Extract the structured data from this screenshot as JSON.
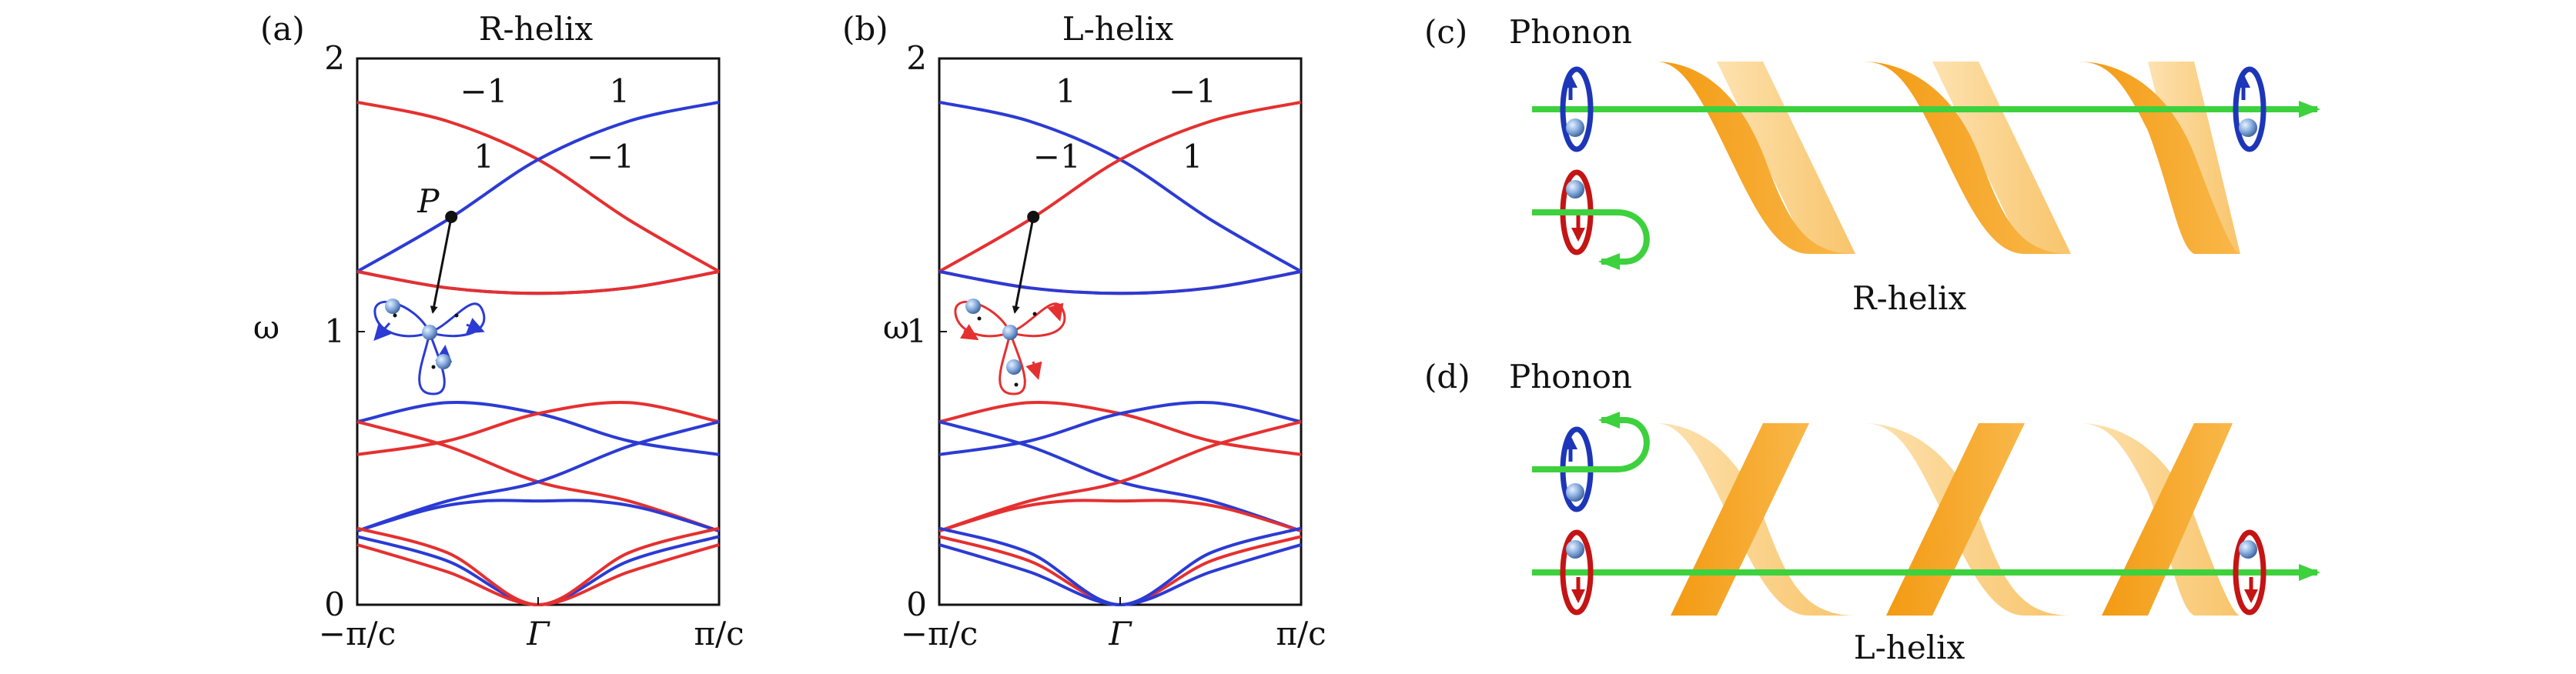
{
  "panels": {
    "a": {
      "label": "(a)",
      "title": "R-helix"
    },
    "b": {
      "label": "(b)",
      "title": "L-helix"
    },
    "c": {
      "label": "(c)",
      "title": "Phonon",
      "caption": "R-helix"
    },
    "d": {
      "label": "(d)",
      "title": "Phonon",
      "caption": "L-helix"
    }
  },
  "colors": {
    "red": "#e53030",
    "blue": "#2b3bd4",
    "arrow_green": "#3dd13d",
    "helix_orange": "#f7a21c",
    "helix_light": "#fbd48a",
    "ring_blue": "#1d36b8",
    "ring_red": "#c41414"
  },
  "chart_data": [
    {
      "type": "line",
      "panel": "a",
      "title": "R-helix",
      "ylabel": "ω",
      "xticks": [
        "−π/c",
        "Γ",
        "π/c"
      ],
      "yticks": [
        "0",
        "1",
        "2"
      ],
      "xlim": [
        -1,
        1
      ],
      "ylim": [
        0,
        2
      ],
      "point_label": "P",
      "point": {
        "x": -0.48,
        "y": 1.42
      },
      "band_annotations": [
        {
          "text": "−1",
          "x": -0.3,
          "y": 1.84
        },
        {
          "text": "1",
          "x": 0.45,
          "y": 1.84
        },
        {
          "text": "1",
          "x": -0.3,
          "y": 1.6
        },
        {
          "text": "−1",
          "x": 0.4,
          "y": 1.6
        }
      ],
      "bands": [
        {
          "color": "red",
          "x": [
            -1,
            -0.5,
            0,
            0.5,
            1
          ],
          "y": [
            1.84,
            1.77,
            1.63,
            1.41,
            1.22
          ]
        },
        {
          "color": "blue",
          "x": [
            -1,
            -0.5,
            0,
            0.5,
            1
          ],
          "y": [
            1.22,
            1.41,
            1.63,
            1.77,
            1.84
          ]
        },
        {
          "color": "blue",
          "x": [
            -1,
            -0.5,
            0,
            0.5,
            1
          ],
          "y": [
            1.22,
            1.16,
            1.14,
            1.16,
            1.22
          ]
        },
        {
          "color": "red",
          "x": [
            -1,
            -0.5,
            0,
            0.5,
            1
          ],
          "y": [
            1.22,
            1.16,
            1.14,
            1.16,
            1.22
          ]
        },
        {
          "color": "blue",
          "x": [
            -1,
            -0.5,
            0,
            0.5,
            1
          ],
          "y": [
            0.67,
            0.74,
            0.7,
            0.6,
            0.55
          ]
        },
        {
          "color": "red",
          "x": [
            -1,
            -0.5,
            0,
            0.5,
            1
          ],
          "y": [
            0.55,
            0.6,
            0.7,
            0.74,
            0.67
          ]
        },
        {
          "color": "red",
          "x": [
            -1,
            -0.5,
            0,
            0.5,
            1
          ],
          "y": [
            0.67,
            0.58,
            0.45,
            0.38,
            0.27
          ]
        },
        {
          "color": "blue",
          "x": [
            -1,
            -0.5,
            0,
            0.5,
            1
          ],
          "y": [
            0.27,
            0.38,
            0.45,
            0.58,
            0.67
          ]
        },
        {
          "color": "blue",
          "x": [
            -1,
            -0.6,
            -0.3,
            0,
            0.3,
            0.6,
            1
          ],
          "y": [
            0.27,
            0.35,
            0.38,
            0.38,
            0.38,
            0.35,
            0.27
          ]
        },
        {
          "color": "blue",
          "x": [
            -1,
            -0.5,
            0,
            0.5,
            1
          ],
          "y": [
            0.25,
            0.16,
            0.0,
            0.16,
            0.25
          ]
        },
        {
          "color": "red",
          "x": [
            -1,
            -0.5,
            0,
            0.5,
            1
          ],
          "y": [
            0.28,
            0.19,
            0.0,
            0.19,
            0.28
          ]
        },
        {
          "color": "red",
          "x": [
            -1,
            -0.5,
            0,
            0.5,
            1
          ],
          "y": [
            0.22,
            0.12,
            0.0,
            0.12,
            0.22
          ]
        }
      ]
    },
    {
      "type": "line",
      "panel": "b",
      "title": "L-helix",
      "ylabel": "ω",
      "xticks": [
        "−π/c",
        "Γ",
        "π/c"
      ],
      "yticks": [
        "0",
        "1",
        "2"
      ],
      "xlim": [
        -1,
        1
      ],
      "ylim": [
        0,
        2
      ],
      "point": {
        "x": -0.48,
        "y": 1.42
      },
      "band_annotations": [
        {
          "text": "1",
          "x": -0.3,
          "y": 1.84
        },
        {
          "text": "−1",
          "x": 0.4,
          "y": 1.84
        },
        {
          "text": "−1",
          "x": -0.35,
          "y": 1.6
        },
        {
          "text": "1",
          "x": 0.4,
          "y": 1.6
        }
      ],
      "bands": [
        {
          "color": "blue",
          "x": [
            -1,
            -0.5,
            0,
            0.5,
            1
          ],
          "y": [
            1.84,
            1.77,
            1.63,
            1.41,
            1.22
          ]
        },
        {
          "color": "red",
          "x": [
            -1,
            -0.5,
            0,
            0.5,
            1
          ],
          "y": [
            1.22,
            1.41,
            1.63,
            1.77,
            1.84
          ]
        },
        {
          "color": "red",
          "x": [
            -1,
            -0.5,
            0,
            0.5,
            1
          ],
          "y": [
            1.22,
            1.16,
            1.14,
            1.16,
            1.22
          ]
        },
        {
          "color": "blue",
          "x": [
            -1,
            -0.5,
            0,
            0.5,
            1
          ],
          "y": [
            1.22,
            1.16,
            1.14,
            1.16,
            1.22
          ]
        },
        {
          "color": "red",
          "x": [
            -1,
            -0.5,
            0,
            0.5,
            1
          ],
          "y": [
            0.67,
            0.74,
            0.7,
            0.6,
            0.55
          ]
        },
        {
          "color": "blue",
          "x": [
            -1,
            -0.5,
            0,
            0.5,
            1
          ],
          "y": [
            0.55,
            0.6,
            0.7,
            0.74,
            0.67
          ]
        },
        {
          "color": "blue",
          "x": [
            -1,
            -0.5,
            0,
            0.5,
            1
          ],
          "y": [
            0.67,
            0.58,
            0.45,
            0.38,
            0.27
          ]
        },
        {
          "color": "red",
          "x": [
            -1,
            -0.5,
            0,
            0.5,
            1
          ],
          "y": [
            0.27,
            0.38,
            0.45,
            0.58,
            0.67
          ]
        },
        {
          "color": "red",
          "x": [
            -1,
            -0.6,
            -0.3,
            0,
            0.3,
            0.6,
            1
          ],
          "y": [
            0.27,
            0.35,
            0.38,
            0.38,
            0.38,
            0.35,
            0.27
          ]
        },
        {
          "color": "red",
          "x": [
            -1,
            -0.5,
            0,
            0.5,
            1
          ],
          "y": [
            0.25,
            0.16,
            0.0,
            0.16,
            0.25
          ]
        },
        {
          "color": "blue",
          "x": [
            -1,
            -0.5,
            0,
            0.5,
            1
          ],
          "y": [
            0.28,
            0.19,
            0.0,
            0.19,
            0.28
          ]
        },
        {
          "color": "blue",
          "x": [
            -1,
            -0.5,
            0,
            0.5,
            1
          ],
          "y": [
            0.22,
            0.12,
            0.0,
            0.12,
            0.22
          ]
        }
      ]
    }
  ]
}
